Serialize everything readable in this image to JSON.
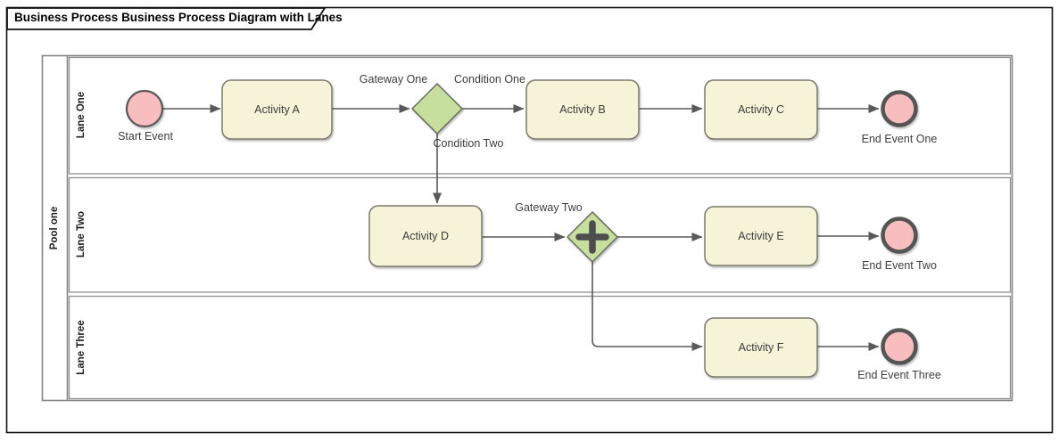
{
  "diagram": {
    "title": "Business Process Business Process Diagram with Lanes",
    "pool": {
      "label": "Pool one",
      "lanes": [
        {
          "label": "Lane One"
        },
        {
          "label": "Lane Two"
        },
        {
          "label": "Lane Three"
        }
      ]
    },
    "nodes": {
      "start_event": {
        "label": "Start Event",
        "type": "start-event"
      },
      "activity_a": {
        "label": "Activity A",
        "type": "task"
      },
      "activity_b": {
        "label": "Activity B",
        "type": "task"
      },
      "activity_c": {
        "label": "Activity C",
        "type": "task"
      },
      "activity_d": {
        "label": "Activity D",
        "type": "task"
      },
      "activity_e": {
        "label": "Activity E",
        "type": "task"
      },
      "activity_f": {
        "label": "Activity F",
        "type": "task"
      },
      "gateway_one": {
        "label": "Gateway One",
        "type": "exclusive-gateway"
      },
      "gateway_two": {
        "label": "Gateway Two",
        "type": "parallel-gateway"
      },
      "end_event_one": {
        "label": "End Event One",
        "type": "end-event"
      },
      "end_event_two": {
        "label": "End Event Two",
        "type": "end-event"
      },
      "end_event_three": {
        "label": "End Event Three",
        "type": "end-event"
      }
    },
    "edge_labels": {
      "condition_one": "Condition One",
      "condition_two": "Condition Two"
    },
    "colors": {
      "event_fill": "#f8bdbe",
      "activity_fill": "#f6f3d9",
      "gateway_fill": "#c6de9e",
      "line": "#595959",
      "lane_border": "#848484",
      "frame_border": "#111111"
    }
  }
}
